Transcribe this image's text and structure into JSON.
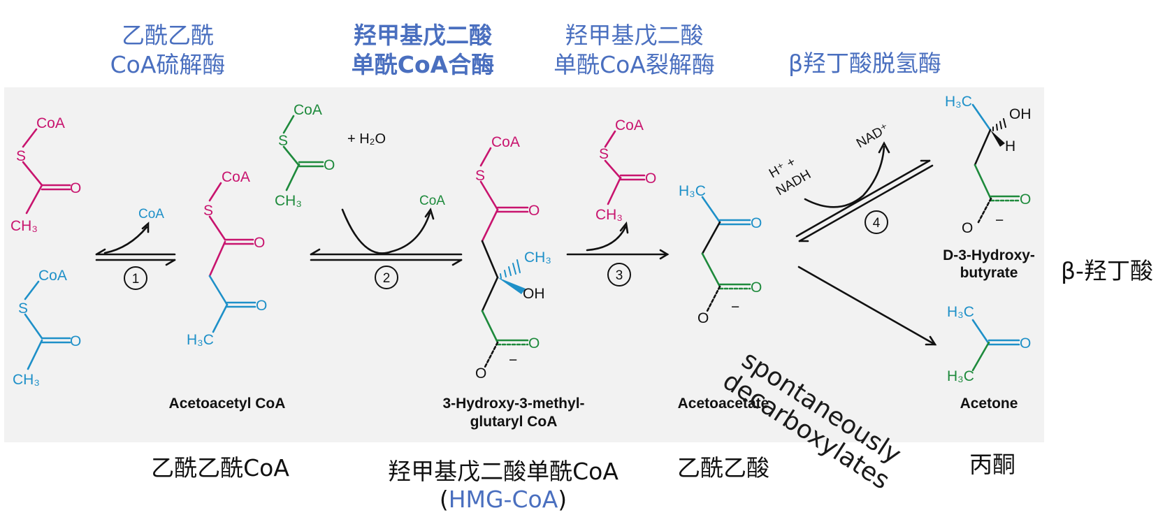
{
  "colors": {
    "magenta": "#c8146e",
    "blue": "#1e90c8",
    "green": "#1e8a3c",
    "black": "#111111",
    "enzyme_label": "#4a6fbf",
    "panel_bg": "#f2f2f2"
  },
  "enzymes": {
    "e1": {
      "line1": "乙酰乙酰",
      "line2": "CoA硫解酶"
    },
    "e2": {
      "line1": "羟甲基戊二酸",
      "line2": "单酰CoA合酶"
    },
    "e3": {
      "line1": "羟甲基戊二酸",
      "line2": "单酰CoA裂解酶"
    },
    "e4": {
      "line1": "β羟丁酸脱氢酶"
    }
  },
  "compounds": {
    "acetoacetyl_coa": "Acetoacetyl CoA",
    "hmg_coa_line1": "3-Hydroxy-3-methyl-",
    "hmg_coa_line2": "glutaryl CoA",
    "acetoacetate": "Acetoacetate",
    "hydroxybutyrate_line1": "D-3-Hydroxy-",
    "hydroxybutyrate_line2": "butyrate",
    "acetone": "Acetone"
  },
  "reaction_labels": {
    "step1": "1",
    "step2": "2",
    "step3": "3",
    "step4": "4",
    "coa_released_1": "CoA",
    "coa_released_2": "CoA",
    "plus_water": "+  H₂O",
    "h_plus_nadh_1": "H⁺ +",
    "h_plus_nadh_2": "NADH",
    "nad_plus": "NAD⁺",
    "spontaneous_1": "spontaneously",
    "spontaneous_2": "decarboxylates"
  },
  "atoms": {
    "coa": "CoA",
    "s": "S",
    "o": "O",
    "ch3": "CH₃",
    "h3c": "H₃C",
    "oh": "OH",
    "h": "H",
    "minus": "−"
  },
  "chinese_names": {
    "acetoacetyl_coa": "乙酰乙酰CoA",
    "hmg_coa": "羟甲基戊二酸单酰CoA",
    "hmg_coa_abbr_open": "(",
    "hmg_coa_abbr": "HMG-CoA",
    "hmg_coa_abbr_close": ")",
    "acetoacetate": "乙酰乙酸",
    "acetone": "丙酮",
    "hydroxybutyrate": "β-羟丁酸"
  }
}
